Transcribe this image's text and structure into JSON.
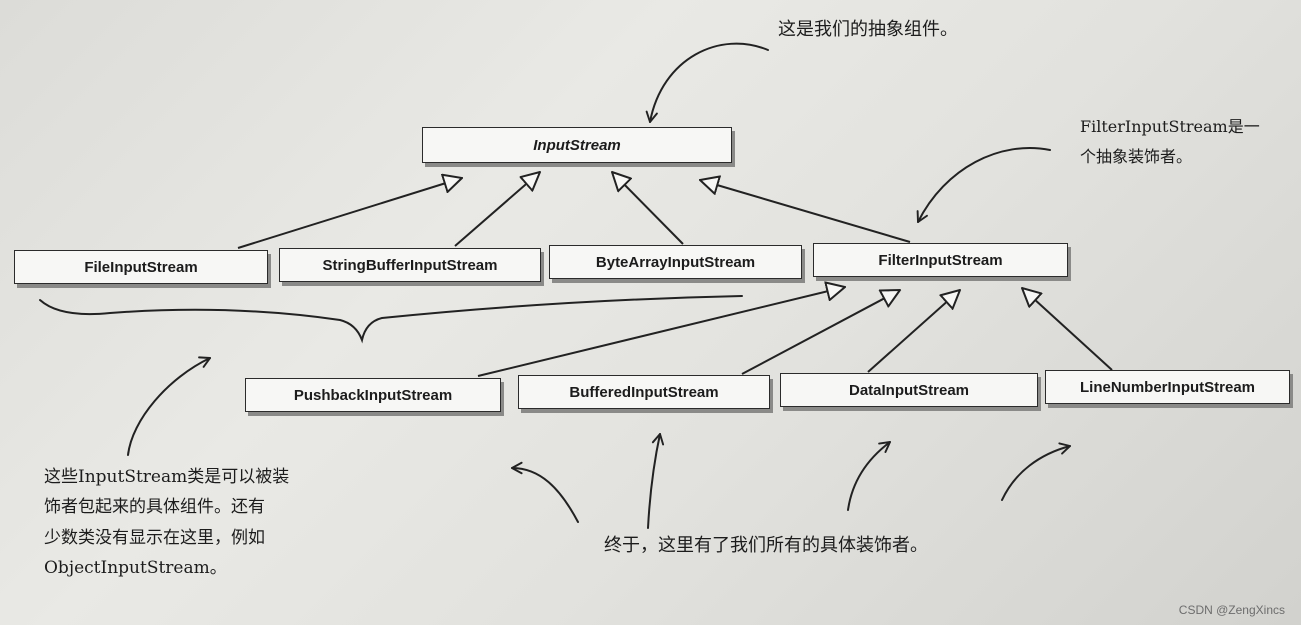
{
  "classes": {
    "input_stream": "InputStream",
    "file_input_stream": "FileInputStream",
    "string_buffer_input_stream": "StringBufferInputStream",
    "byte_array_input_stream": "ByteArrayInputStream",
    "filter_input_stream": "FilterInputStream",
    "pushback_input_stream": "PushbackInputStream",
    "buffered_input_stream": "BufferedInputStream",
    "data_input_stream": "DataInputStream",
    "line_number_input_stream": "LineNumberInputStream"
  },
  "annotations": {
    "abstract_component": "这是我们的抽象组件。",
    "abstract_decorator_line1": "FilterInputStream是一",
    "abstract_decorator_line2": "个抽象装饰者。",
    "concrete_components_line1": "这些InputStream类是可以被装",
    "concrete_components_line2": "饰者包起来的具体组件。还有",
    "concrete_components_line3": "少数类没有显示在这里，例如",
    "concrete_components_line4": "ObjectInputStream。",
    "concrete_decorators": "终于，这里有了我们所有的具体装饰者。"
  },
  "watermark": "CSDN @ZengXincs"
}
